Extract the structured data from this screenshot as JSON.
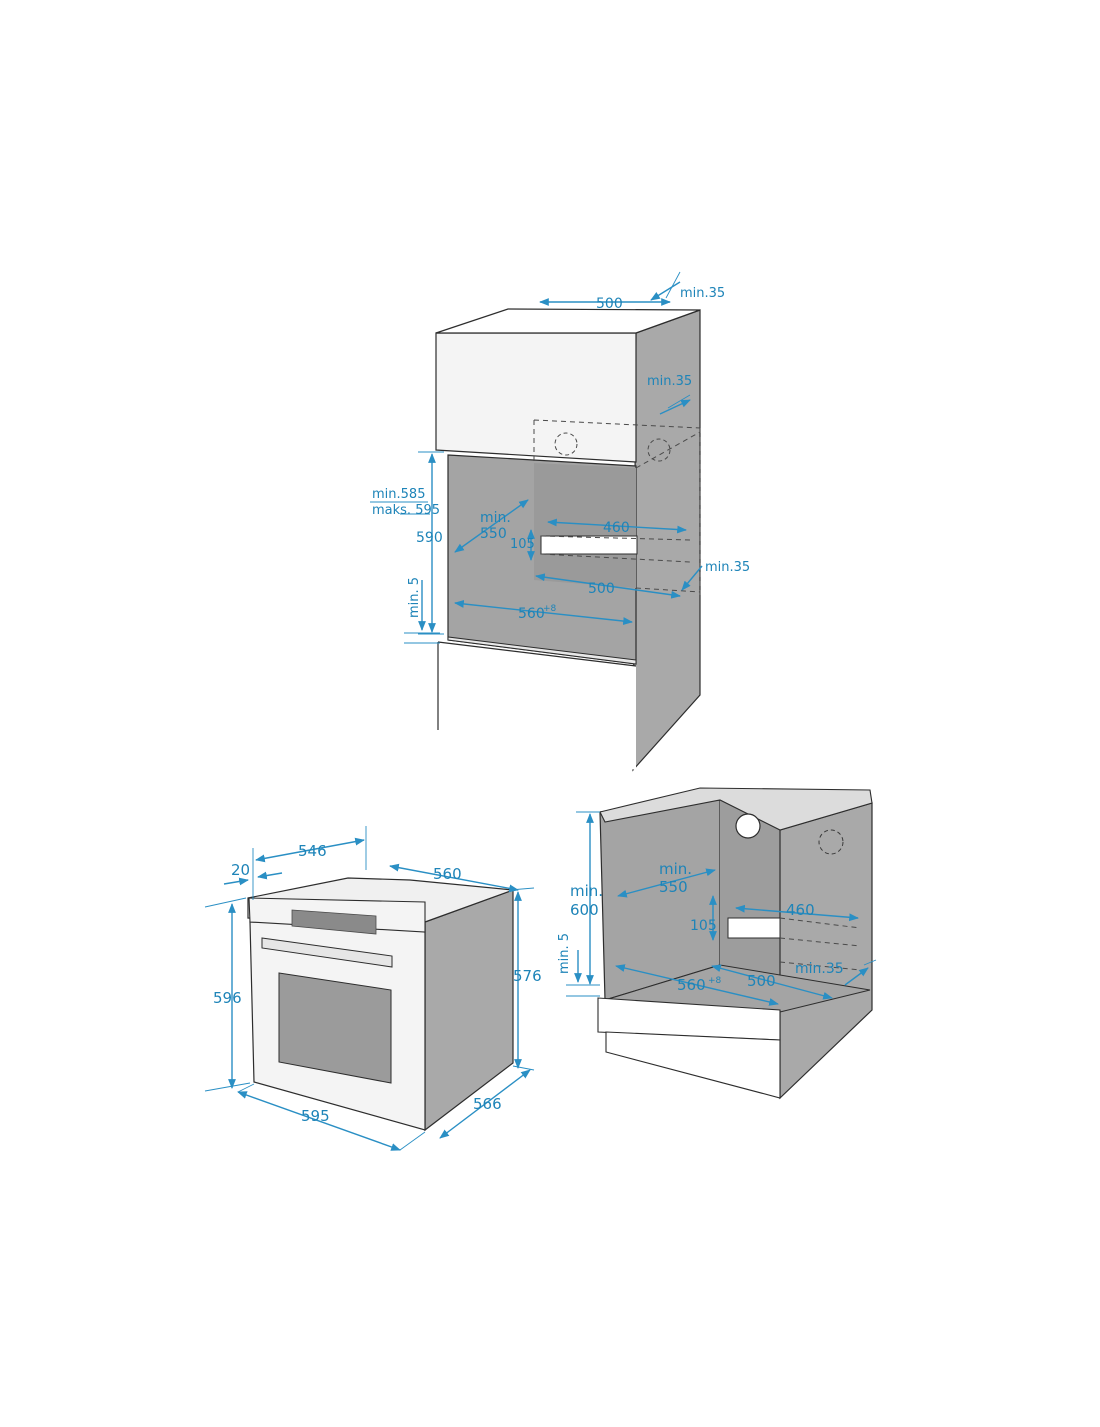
{
  "colors": {
    "dimension": "#2a8fc4",
    "label": "#1e84b8",
    "cabinet_side": "#a9a9a9",
    "cabinet_inner": "#a4a4a4",
    "cabinet_front": "#f4f4f4",
    "outline": "#2d2d2d",
    "background": "#ffffff"
  },
  "tall_cabinet": {
    "top_depth": "500",
    "top_gap": "min.35",
    "rear_gap_upper": "min.35",
    "height_range_min": "min.585",
    "height_range_max": "maks. 595",
    "height": "590",
    "bottom_gap": "min. 5",
    "depth_min": "min.",
    "depth_value": "550",
    "vent_width": "460",
    "vent_height": "105",
    "floor_depth": "500",
    "rear_gap_lower": "min.35",
    "width": "560",
    "width_tol": "+8"
  },
  "oven": {
    "depth": "546",
    "front_thickness": "20",
    "width_top": "560",
    "height_front": "596",
    "height_body": "576",
    "width_front": "595",
    "depth_total": "566"
  },
  "base_cabinet": {
    "height_min": "min.",
    "height_value": "600",
    "bottom_gap": "min. 5",
    "depth_min": "min.",
    "depth_value": "550",
    "vent_width": "460",
    "vent_height": "105",
    "width": "560",
    "width_tol": "+8",
    "floor_depth": "500",
    "rear_gap": "min.35"
  }
}
